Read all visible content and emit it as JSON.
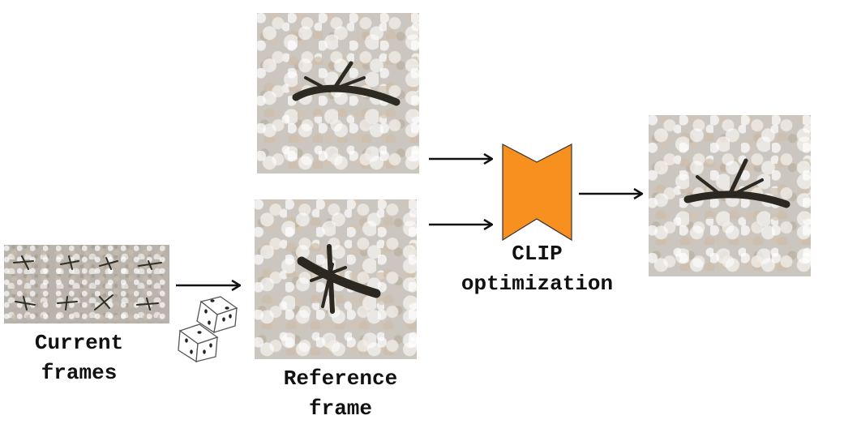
{
  "labels": {
    "current_frames": [
      "Current",
      "frames"
    ],
    "reference_frame": [
      "Reference",
      "frame"
    ],
    "clip_optimization": [
      "CLIP",
      "optimization"
    ]
  },
  "colors": {
    "clip_block": "#f7901e",
    "arrow": "#111111"
  },
  "icons": {
    "dice": "dice-icon",
    "clip_block": "bowtie-network-icon"
  }
}
